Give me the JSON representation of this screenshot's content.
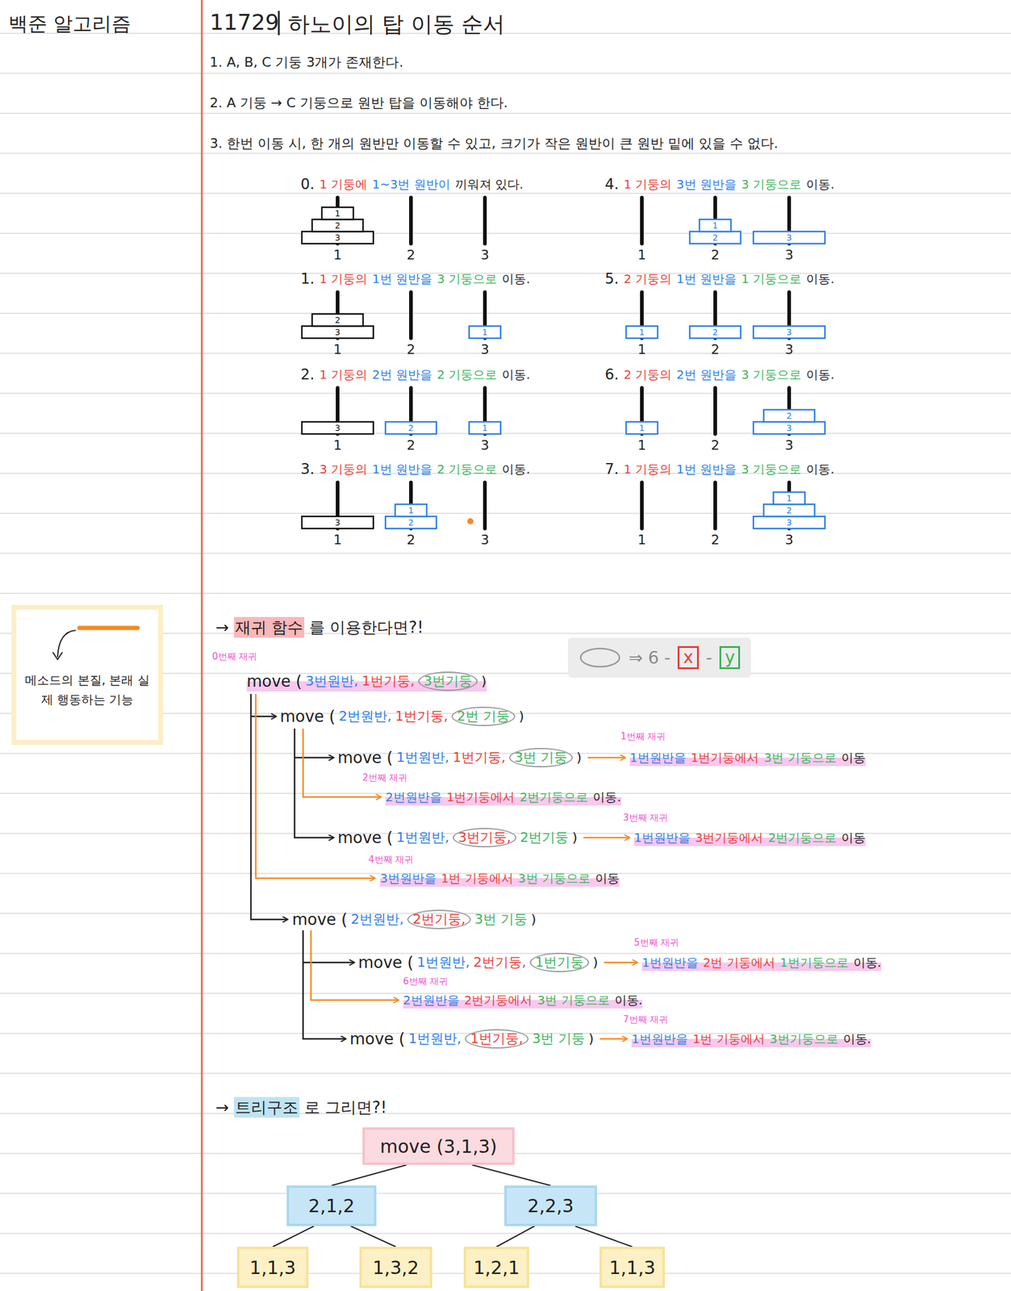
{
  "diagram": {
    "title": "하노이의 탑 이동 순서",
    "nodes": [
      {
        "text": [
          "메소드의 본질, 본래 실제 행동하는 기능"
        ]
      },
      {
        "text": [
          "⇒ 6 -",
          "-"
        ]
      },
      {
        "text": [
          "x"
        ],
        "in": 1
      },
      {
        "text": [
          "y"
        ],
        "in": 1
      },
      {
        "text": [
          "move (3,1,3)"
        ]
      },
      {
        "text": [
          "2,1,2"
        ]
      },
      {
        "text": [
          "2,2,3"
        ]
      },
      {
        "text": [
          "1,1,3"
        ]
      },
      {
        "text": [
          "1,3,2"
        ]
      },
      {
        "text": [
          "1,2,1"
        ]
      },
      {
        "text": [
          "1,1,3"
        ]
      }
    ],
    "edges": [
      {
        "from": 4,
        "to": 5,
        "arrow": "none"
      },
      {
        "from": 4,
        "to": 6,
        "arrow": "none"
      },
      {
        "from": 5,
        "to": 7,
        "arrow": "none"
      },
      {
        "from": 5,
        "to": 8,
        "arrow": "none"
      },
      {
        "from": 6,
        "to": 9,
        "arrow": "none"
      },
      {
        "from": 6,
        "to": 10,
        "arrow": "none"
      }
    ],
    "labels": [
      "백준 알고리즘",
      "11729",
      "1. A, B, C 기둥 3개가 존재한다.",
      "2. A 기둥 → C 기둥으로 원반 탑을 이동해야 한다.",
      "3. 한번 이동 시, 한 개의 원반만 이동할 수 있고, 크기가 작은 원반이 큰 원반 밑에 있을 수 없다.",
      "0.",
      "1 기둥에",
      "1~3번 원반이",
      "끼워져 있다.",
      "3",
      "2",
      "1",
      "1",
      "2",
      "3",
      "1.",
      "1 기둥의",
      "1번 원반을",
      "3 기둥으로",
      "이동.",
      "3",
      "2",
      "1",
      "1",
      "2",
      "3",
      "2.",
      "1 기둥의",
      "2번 원반을",
      "2 기둥으로",
      "이동.",
      "3",
      "2",
      "1",
      "1",
      "2",
      "3",
      "3.",
      "3 기둥의",
      "1번 원반을",
      "2 기둥으로",
      "이동.",
      "3",
      "2",
      "1",
      "1",
      "2",
      "3",
      "4.",
      "1 기둥의",
      "3번 원반을",
      "3 기둥으로",
      "이동.",
      "2",
      "1",
      "3",
      "1",
      "2",
      "3",
      "5.",
      "2 기둥의",
      "1번 원반을",
      "1 기둥으로",
      "이동.",
      "1",
      "2",
      "3",
      "1",
      "2",
      "3",
      "6.",
      "2 기둥의",
      "2번 원반을",
      "3 기둥으로",
      "이동.",
      "1",
      "3",
      "2",
      "1",
      "2",
      "3",
      "7.",
      "1 기둥의",
      "1번 원반을",
      "3 기둥으로",
      "이동.",
      "3",
      "2",
      "1",
      "1",
      "2",
      "3",
      "→",
      "재귀 함수",
      "를 이용한다면?!",
      "0번째 재귀",
      "move (",
      "3번원반,",
      "1번기둥,",
      "3번기둥",
      ")",
      "move (",
      "2번원반,",
      "1번기둥,",
      "2번 기둥",
      ")",
      "move (",
      "1번원반,",
      "1번기둥,",
      "3번 기둥",
      ")",
      "1번째 재귀",
      "1번원반을",
      "1번기둥에서",
      "3번 기둥으로",
      "이동",
      "2번째 재귀",
      "2번원반을",
      "1번기둥에서",
      "2번기둥으로",
      "이동.",
      "move (",
      "1번원반,",
      "3번기둥,",
      "2번기둥",
      ")",
      "3번째 재귀",
      "1번원반을",
      "3번기둥에서",
      "2번기둥으로",
      "이동",
      "4번째 재귀",
      "3번원반을",
      "1번 기둥에서",
      "3번 기둥으로",
      "이동",
      "move (",
      "2번원반,",
      "2번기둥,",
      "3번 기둥",
      ")",
      "move (",
      "1번원반,",
      "2번기둥,",
      "1번기둥",
      ")",
      "5번째 재귀",
      "1번원반을",
      "2번 기둥에서",
      "1번기둥으로",
      "이동.",
      "6번째 재귀",
      "2번원반을",
      "2번기둥에서",
      "3번 기둥으로",
      "이동.",
      "move (",
      "1번원반,",
      "1번기둥,",
      "3번 기둥",
      ")",
      "7번째 재귀",
      "1번원반을",
      "1번 기둥에서",
      "3번기둥으로",
      "이동.",
      "→",
      "트리구조",
      "로 그리면?!"
    ]
  }
}
